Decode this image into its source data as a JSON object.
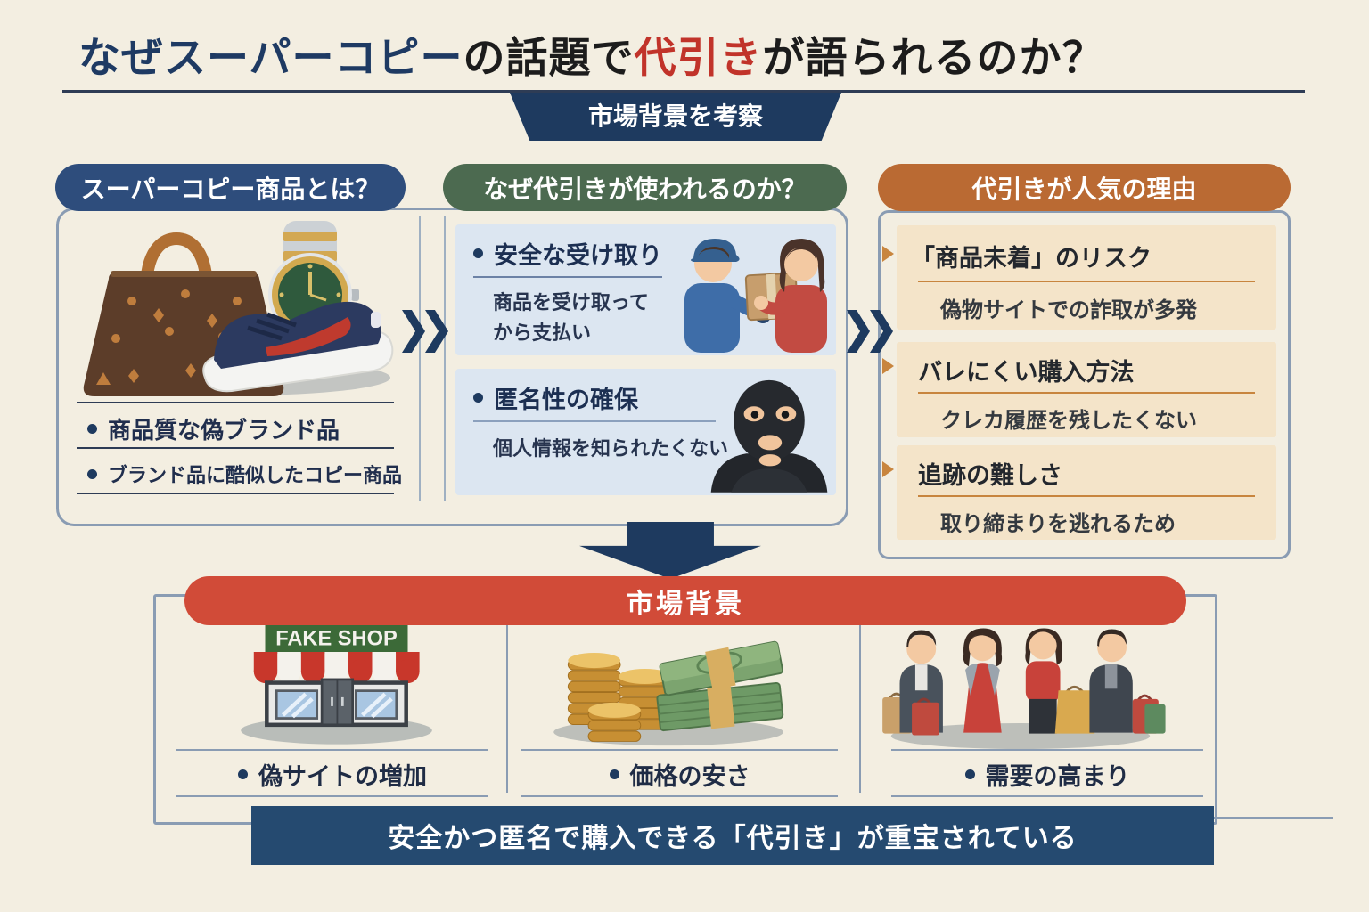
{
  "title": {
    "part1": "なぜスーパーコピー",
    "part2": "の話題で",
    "part3": "代引き",
    "part4": "が語られるのか？"
  },
  "subtitle_banner": "市場背景を考察",
  "section_what": {
    "header": "スーパーコピー商品とは？",
    "bullet1": "商品質な偽ブランド品",
    "bullet2": "ブランド品に酷似したコピー商品",
    "illustration": "counterfeit-luxury-goods"
  },
  "section_why": {
    "header": "なぜ代引きが使われるのか？",
    "box1": {
      "title": "安全な受け取り",
      "desc_line1": "商品を受け取って",
      "desc_line2": "から支払い",
      "illustration": "delivery-handoff"
    },
    "box2": {
      "title": "匿名性の確保",
      "desc": "個人情報を知られたくない",
      "illustration": "masked-anonymous-person"
    }
  },
  "section_reasons": {
    "header": "代引きが人気の理由",
    "item1": {
      "title": "「商品未着」のリスク",
      "desc": "偽物サイトでの詐取が多発"
    },
    "item2": {
      "title": "バレにくい購入方法",
      "desc": "クレカ履歴を残したくない"
    },
    "item3": {
      "title": "追跡の難しさ",
      "desc": "取り締まりを逃れるため"
    }
  },
  "market_section": {
    "banner": "市場背景",
    "item1": {
      "label": "偽サイトの増加",
      "shop_sign": "FAKE SHOP",
      "illustration": "fake-shop-storefront"
    },
    "item2": {
      "label": "価格の安さ",
      "illustration": "coins-and-cash"
    },
    "item3": {
      "label": "需要の高まり",
      "illustration": "shoppers-with-bags"
    }
  },
  "conclusion_banner": "安全かつ匿名で購入できる「代引き」が重宝されている",
  "colors": {
    "background": "#f3eee1",
    "title_navy": "#1e3a63",
    "title_red": "#c1332a",
    "banner_navy": "#1e3a5f",
    "pill_navy": "#2e4d7c",
    "pill_green": "#4c6a50",
    "pill_orange": "#ba6a33",
    "blue_box": "#dce6f1",
    "tan_box": "#f4e4c9",
    "orange_accent": "#c8853e",
    "red_banner": "#d14b38",
    "conclusion_navy": "#254a70",
    "frame_border": "#8a9cb3"
  }
}
